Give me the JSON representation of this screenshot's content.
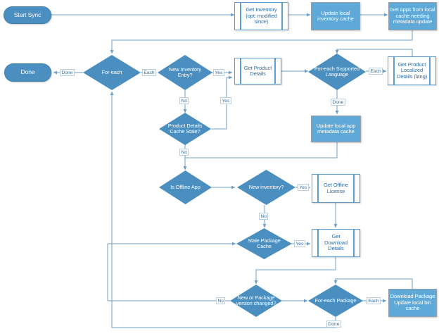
{
  "diagram": {
    "title": "Application Sync Flowchart",
    "colors": {
      "terminator_fill": "#4a8fc0",
      "process_fill": "#5fa9d8",
      "decision_fill": "#4a8fc0",
      "predefined_stroke": "#5e9fd0",
      "connector": "#6d9fc6",
      "label_text": "#2f6da8",
      "background": "#ffffff"
    },
    "nodes": [
      {
        "id": "start",
        "type": "terminator",
        "label": "Start Sync"
      },
      {
        "id": "done",
        "type": "terminator",
        "label": "Done"
      },
      {
        "id": "get_inventory",
        "type": "predefined-process",
        "label": "Get Inventory (opt: modified since)"
      },
      {
        "id": "update_inv",
        "type": "process",
        "label": "Update local inventory cache"
      },
      {
        "id": "get_apps",
        "type": "process",
        "label": "Get apps from local cache needing metadata update"
      },
      {
        "id": "foreach",
        "type": "decision",
        "label": "For-each"
      },
      {
        "id": "new_inv_entry",
        "type": "decision",
        "label": "New Inventory Entry?"
      },
      {
        "id": "get_prod",
        "type": "predefined-process",
        "label": "Get Product Details"
      },
      {
        "id": "foreach_lang",
        "type": "decision",
        "label": "For-each Supported Language"
      },
      {
        "id": "get_loc",
        "type": "predefined-process",
        "label": "Get Product Localized Details (lang)"
      },
      {
        "id": "prod_stale",
        "type": "decision",
        "label": "Product Details Cache Stale?"
      },
      {
        "id": "update_meta",
        "type": "process",
        "label": "Update local app metadata cache"
      },
      {
        "id": "is_offline",
        "type": "decision",
        "label": "Is Offline App"
      },
      {
        "id": "new_inventory",
        "type": "decision",
        "label": "New inventory?"
      },
      {
        "id": "get_license",
        "type": "predefined-process",
        "label": "Get Offline License"
      },
      {
        "id": "stale_pkg",
        "type": "decision",
        "label": "Stale Package Cache"
      },
      {
        "id": "get_download",
        "type": "predefined-process",
        "label": "Get Download Details"
      },
      {
        "id": "pkg_changed",
        "type": "decision",
        "label": "New or Package version changed?"
      },
      {
        "id": "foreach_pkg",
        "type": "decision",
        "label": "For-each Package"
      },
      {
        "id": "download_pkg",
        "type": "process",
        "label": "Download Package Update local bin cache"
      }
    ],
    "edge_labels": {
      "done_to_terminator": "Done",
      "foreach_each": "Each",
      "new_entry_yes": "Yes",
      "new_entry_no": "No",
      "prod_stale_yes": "Yes",
      "prod_stale_no": "No",
      "lang_each": "Each",
      "lang_done": "Done",
      "new_inventory_yes": "Yes",
      "new_inventory_no": "No",
      "stale_pkg_yes": "Yes",
      "pkg_changed_no": "No",
      "foreach_pkg_each": "Each",
      "foreach_pkg_done": "Done"
    }
  }
}
